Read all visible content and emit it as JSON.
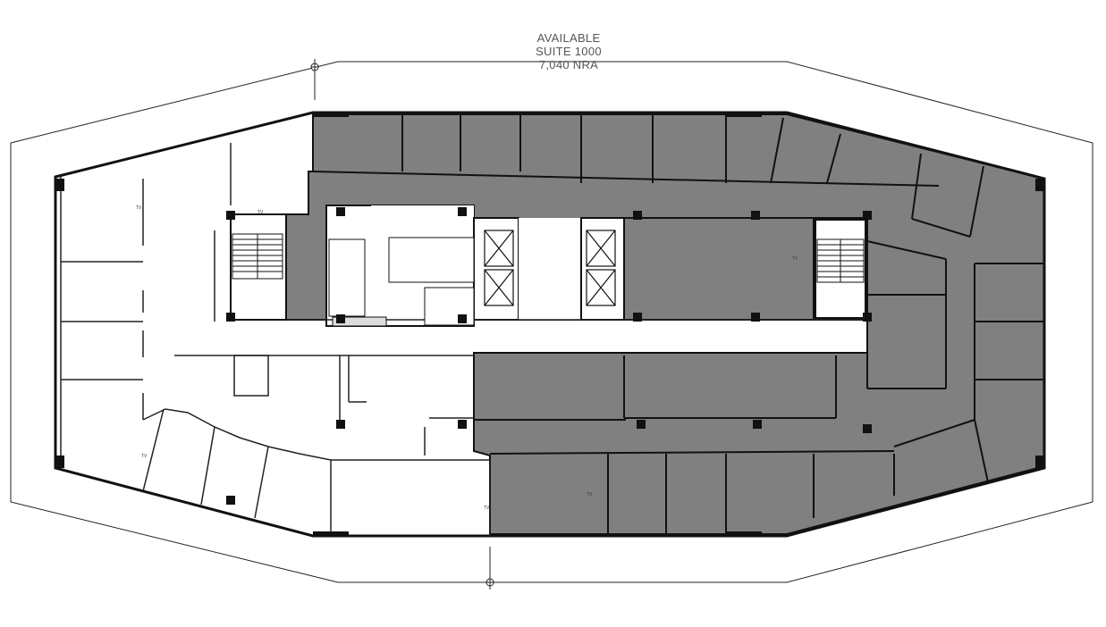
{
  "suite_label": {
    "status": "AVAILABLE",
    "suite": "SUITE 1000",
    "area": "7,040 NRA"
  },
  "colors": {
    "available_suite_fill": "#808080",
    "wall": "#111111",
    "background": "#ffffff"
  },
  "room_labels": [
    "TV",
    "TV",
    "TV",
    "TV",
    "TV",
    "TV"
  ],
  "icons": [
    "section-marker-icon",
    "elevator-icon",
    "stair-icon",
    "column-icon"
  ]
}
